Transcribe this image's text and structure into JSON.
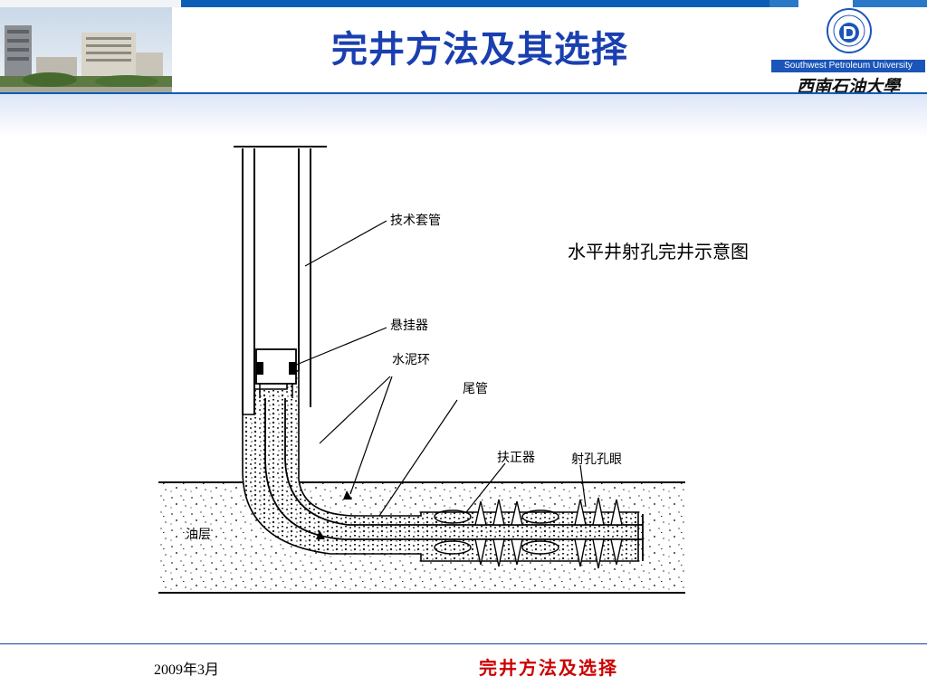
{
  "slide": {
    "title": "完井方法及其选择",
    "university_en": "Southwest Petroleum University",
    "university_cn": "西南石油大學",
    "figure_caption": "水平井射孔完井示意图"
  },
  "diagram": {
    "labels": {
      "technical_casing": "技术套管",
      "hanger": "悬挂器",
      "cement_ring": "水泥环",
      "liner": "尾管",
      "centralizer": "扶正器",
      "perforation_holes": "射孔孔眼",
      "oil_layer": "油层"
    }
  },
  "footer": {
    "date": "2009年3月",
    "title": "完井方法及选择"
  },
  "colors": {
    "title_blue": "#1a3fb0",
    "bar_blue": "#0b5db5",
    "footer_red": "#cc0000"
  }
}
